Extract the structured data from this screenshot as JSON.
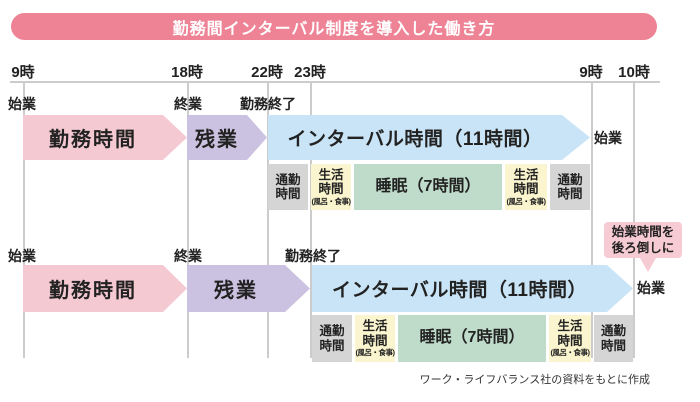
{
  "title": "勤務間インターバル制度を導入した働き方",
  "source_note": "ワーク・ライフバランス社の資料をもとに作成",
  "timeline": {
    "ticks": [
      "9時",
      "18時",
      "22時",
      "23時",
      "9時",
      "10時"
    ]
  },
  "rows": [
    {
      "start_label": "始業",
      "end_label": "終業",
      "work_end_label": "勤務終了",
      "work_arrow": "勤務時間",
      "overtime_arrow": "残業",
      "interval_arrow": "インターバル時間（11時間）",
      "next_start_label": "始業",
      "boxes": {
        "commute1": "通勤時間",
        "life1": "生活時間",
        "life1_sub": "(風呂・食事)",
        "sleep": "睡眠（7時間）",
        "life2": "生活時間",
        "life2_sub": "(風呂・食事)",
        "commute2": "通勤時間"
      }
    },
    {
      "start_label": "始業",
      "end_label": "終業",
      "work_end_label": "勤務終了",
      "work_arrow": "勤務時間",
      "overtime_arrow": "残業",
      "interval_arrow": "インターバル時間（11時間）",
      "next_start_label": "始業",
      "boxes": {
        "commute1": "通勤時間",
        "life1": "生活時間",
        "life1_sub": "(風呂・食事)",
        "sleep": "睡眠（7時間）",
        "life2": "生活時間",
        "life2_sub": "(風呂・食事)",
        "commute2": "通勤時間"
      }
    }
  ],
  "callout": {
    "line1": "始業時間を",
    "line2": "後ろ倒しに"
  },
  "colors": {
    "banner": "#EF8396",
    "title_text": "#FFFFFF",
    "work": "#F4C9D2",
    "overtime": "#CBC1E0",
    "interval": "#C9E4F6",
    "commute": "#D5D5D5",
    "life": "#FAF5CE",
    "sleep": "#BFDCCB",
    "callout": "#F7CBD3",
    "grid": "#CCCCCC",
    "ink": "#222222"
  }
}
